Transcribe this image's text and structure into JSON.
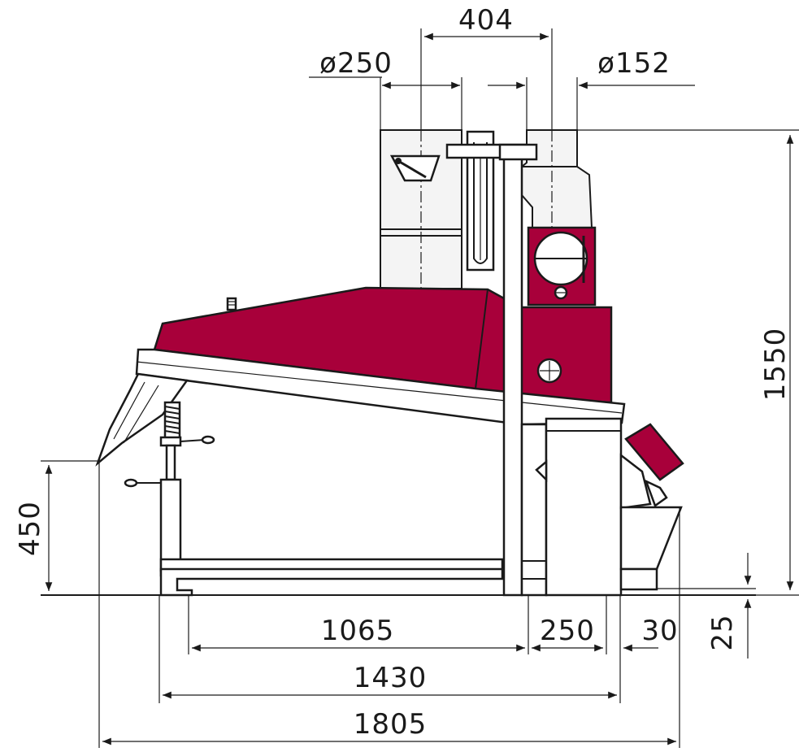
{
  "drawing": {
    "accent_color": "#a8003a",
    "line_color": "#1a1a1a"
  },
  "dimensions": {
    "top_center_distance": "404",
    "left_duct_diameter": "ø250",
    "right_duct_diameter": "ø152",
    "total_height": "1550",
    "inlet_height": "450",
    "foot_height": "25",
    "base_length": "1065",
    "column_width": "250",
    "outlet_offset": "30",
    "frame_length": "1430",
    "overall_length": "1805"
  }
}
